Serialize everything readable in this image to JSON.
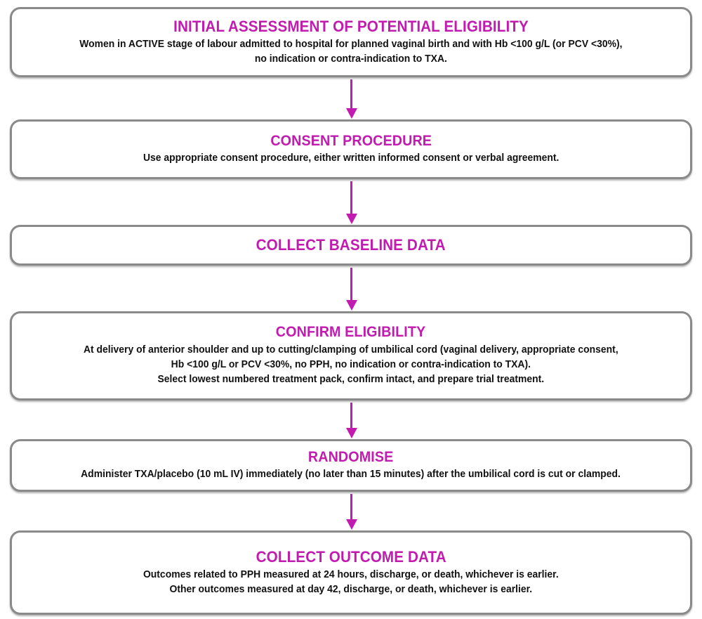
{
  "accent_color": "#c11bb0",
  "border_color": "#8a8a8a",
  "background_color": "#ffffff",
  "body_text_color": "#111111",
  "diagram": {
    "type": "flowchart",
    "orientation": "top-to-bottom",
    "connector": "magenta-down-arrow",
    "nodes": [
      {
        "id": "node-1",
        "title": "INITIAL ASSESSMENT OF POTENTIAL ELIGIBILITY",
        "body_lines": [
          "Women in ACTIVE stage of labour admitted to hospital for planned vaginal birth and with Hb <100  g/L (or PCV <30%),",
          "no indication or contra-indication to TXA."
        ]
      },
      {
        "id": "node-2",
        "title": "CONSENT PROCEDURE",
        "body_lines": [
          "Use appropriate consent procedure, either written informed consent or verbal agreement."
        ]
      },
      {
        "id": "node-3",
        "title": "COLLECT BASELINE DATA",
        "body_lines": []
      },
      {
        "id": "node-4",
        "title": "CONFIRM ELIGIBILITY",
        "body_lines": [
          "At delivery of anterior shoulder and up to cutting/clamping of umbilical cord (vaginal delivery, appropriate consent,",
          "Hb <100 g/L or PCV <30%, no PPH, no indication or contra-indication to TXA).",
          "Select lowest numbered treatment pack, confirm intact, and prepare trial treatment."
        ]
      },
      {
        "id": "node-5",
        "title": "RANDOMISE",
        "body_lines": [
          "Administer TXA/placebo (10 mL IV) immediately (no later than 15 minutes) after the umbilical cord is cut or clamped."
        ]
      },
      {
        "id": "node-6",
        "title": "COLLECT OUTCOME DATA",
        "body_lines": [
          "Outcomes related to PPH measured at 24 hours, discharge, or death, whichever is earlier.",
          "Other outcomes measured at day 42, discharge, or death, whichever is earlier."
        ]
      }
    ],
    "arrows": [
      {
        "id": "arrow-1",
        "from": "node-1",
        "to": "node-2",
        "label": ""
      },
      {
        "id": "arrow-2",
        "from": "node-2",
        "to": "node-3",
        "label": ""
      },
      {
        "id": "arrow-3",
        "from": "node-3",
        "to": "node-4",
        "label": ""
      },
      {
        "id": "arrow-4",
        "from": "node-4",
        "to": "node-5",
        "label": ""
      },
      {
        "id": "arrow-5",
        "from": "node-5",
        "to": "node-6",
        "label": ""
      }
    ]
  }
}
